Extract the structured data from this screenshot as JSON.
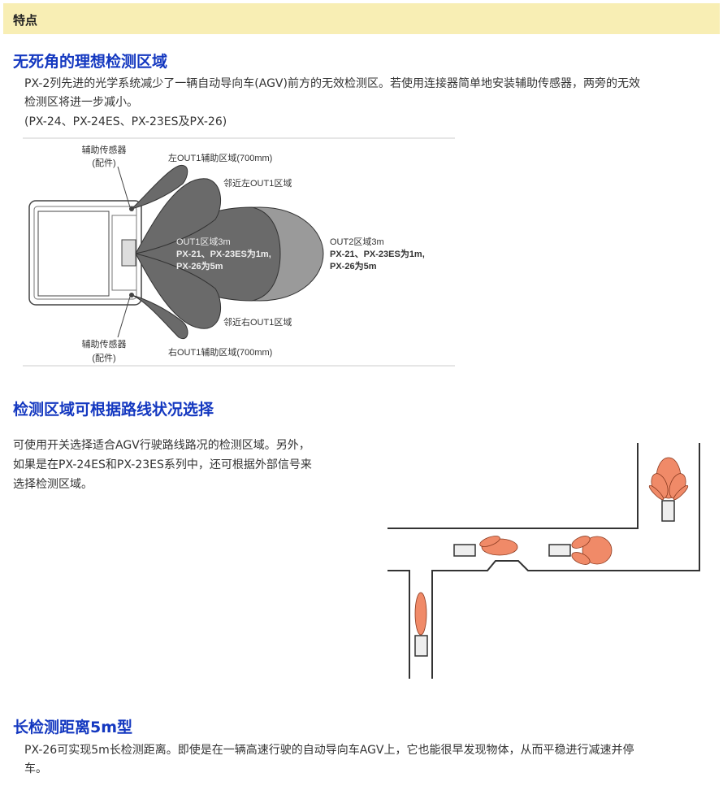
{
  "section_header": "特点",
  "feature1": {
    "title": "无死角的理想检测区域",
    "text_line1": "PX-2列先进的光学系统减少了一辆自动导向车(AGV)前方的无效检测区。若使用连接器简单地安装辅助传感器，两旁的无效",
    "text_line2": "检测区将进一步减小。",
    "models": "(PX-24、PX-24ES、PX-23ES及PX-26)",
    "diagram": {
      "aux_sensor": "辅助传感器",
      "accessory": "(配件)",
      "left_aux_zone": "左OUT1辅助区域(700mm)",
      "near_left_zone": "邻近左OUT1区域",
      "out1_zone": "OUT1区域3m",
      "out1_note1": "PX-21、PX-23ES为1m,",
      "out1_note2": "PX-26为5m",
      "out2_zone": "OUT2区域3m",
      "out2_note1": "PX-21、PX-23ES为1m,",
      "out2_note2": "PX-26为5m",
      "near_right_zone": "邻近右OUT1区域",
      "right_aux_zone": "右OUT1辅助区域(700mm)"
    }
  },
  "feature2": {
    "title": "检测区域可根据路线状况选择",
    "text_line1": "可使用开关选择适合AGV行驶路线路况的检测区域。另外，",
    "text_line2": "如果是在PX-24ES和PX-23ES系列中，还可根据外部信号来",
    "text_line3": "选择检测区域。",
    "lobe_color": "#f08a68"
  },
  "feature3": {
    "title": "长检测距离5m型",
    "text_line1": "PX-26可实现5m长检测距离。即使是在一辆高速行驶的自动导向车AGV上，它也能很早发现物体，从而平稳进行减速并停",
    "text_line2": "车。"
  }
}
